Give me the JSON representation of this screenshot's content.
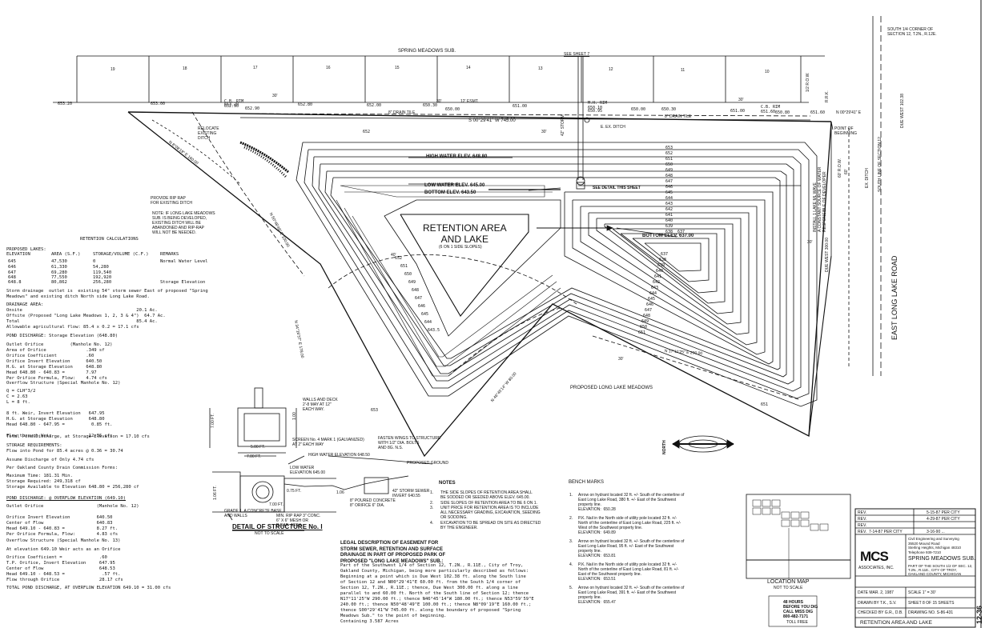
{
  "top": {
    "subdivision": "SPRING MEADOWS SUB.",
    "see_sheet": "SEE SHEET 7",
    "corner_label": "SOUTH 1/4 CORNER OF\nSECTION 12, T.2N., R.12E.",
    "lots": [
      "19",
      "18",
      "17",
      "16",
      "15",
      "14",
      "13",
      "12",
      "11",
      "10"
    ],
    "dims": {
      "d30a": "30'",
      "d30b": "30'",
      "d30c": "30'",
      "d30d": "30'"
    },
    "elevations": [
      "653.20",
      "653.00",
      "653.20",
      "652.90",
      "652.80",
      "652.00",
      "650.30",
      "650.00",
      "651.00",
      "650.95",
      "650.00",
      "650.30",
      "651.00",
      "650.80",
      "651.60"
    ],
    "cb_rim_left": "C.B. RIM\n652.90",
    "cb_rim_right": "C.B. RIM\n651.60",
    "mh_rim": "M.H. RIM\n650.10",
    "esmt": "12' ESMT.",
    "drain_tile_a": "8\" DRAIN TILE",
    "drain_tile_b": "8\" DRAIN TILE",
    "bearing_top": "S 00°29'41\" W 745.00",
    "bearing_right": "N 00°29'41\" E",
    "point": "POINT OF\nBEGINNING",
    "storm_42": "42\" STORM",
    "ex_ditch": "E. EX. DITCH",
    "due_west": "DUE WEST 102.38"
  },
  "plan": {
    "relocate": "RELOCATE\nEXISTING\nDITCH",
    "provide_rip": "PROVIDE RIP RAP\nFOR EXISTING DITCH",
    "note": "NOTE: IF LONG LAKE MEADOWS\nSUB. IS BEING DEVELOPED,\nEXISTING DITCH WILL BE\nABANDONED AND RIP-RAP\nWILL NOT BE NEEDED.",
    "bearing_nw": "N 8°08'19\" E 160.00",
    "bearing_w": "N 50°48'49\" E 100.00",
    "bearing_sw": "N 34°16'37\" E 178.00",
    "bearing_s": "N 46°45'14\" W 80.00",
    "bearing_se": "N 17°11'25\" E 290.00",
    "high_water": "HIGH WATER ELEV. 648.80",
    "low_water": "LOW WATER ELEV. 645.00",
    "bottom_a": "BOTTOM ELEV. 643.50",
    "bottom_b": "BOTTOM ELEV. 637.00",
    "see_detail": "SEE DETAIL THIS SHEET",
    "title": "RETENTION AREA\nAND LAKE",
    "slope": "(6 ON 1 SIDE SLOPES)",
    "proposed_llm": "PROPOSED LONG LAKE MEADOWS",
    "install_note": "INSTALL 1 LAKE ML WAVE\nA CONSTANT SOURCE OF WATER\nRESPONSIBLE OF DEVELOPER",
    "contours_right": [
      "653",
      "652",
      "651",
      "650",
      "649",
      "648",
      "647",
      "646",
      "645",
      "644",
      "643",
      "642",
      "641",
      "640",
      "639",
      "638",
      "637"
    ],
    "contours_left": [
      "652",
      "651",
      "650",
      "649",
      "648",
      "647",
      "646",
      "645",
      "644",
      "643.5"
    ],
    "contours_bottom": [
      "637",
      "638",
      "639",
      "640",
      "641",
      "642",
      "643",
      "644",
      "645",
      "646",
      "647",
      "648",
      "649",
      "650",
      "651"
    ],
    "c_652": "652",
    "c_653": "653",
    "c_651": "651",
    "due_west_r": "DUE WEST 300.00",
    "d_60": "60'",
    "d_30r": "30'",
    "d_40": "40'",
    "d_30b": "30'",
    "road": "EAST LONG LAKE ROAD",
    "south_line": "SOUTH LINE OF SECTION 12",
    "ditch_r": "EX. DITCH",
    "row": "60' R.O.W.",
    "rk": "R.R.K.",
    "row2": "1/2 R.O.W."
  },
  "calc": {
    "heading": "RETENTION CALCULATIONS",
    "lakes_title": "PROPOSED LAKES:",
    "cols": [
      "ELEVATION",
      "AREA (S.F.)",
      "STORAGE/VOLUME (C.F.)",
      "REMARKS"
    ],
    "rows": [
      [
        "645",
        "47,530",
        "0",
        "Normal Water Level"
      ],
      [
        "646",
        "61,330",
        "54,280",
        ""
      ],
      [
        "647",
        "69,280",
        "119,540",
        ""
      ],
      [
        "648",
        "77,550",
        "192,920",
        ""
      ],
      [
        "648.8",
        "80,862",
        "256,280",
        "Storage Elevation"
      ]
    ],
    "outlet": "Storm drainage  outlet is  existing 54\" storm sewer East of proposed \"Spring\nMeadows\" and existing ditch North side Long Lake Road.",
    "drainage": "DRAINAGE AREA:\nOnsite                                           20.1 Ac.\nOffsite (Proposed \"Long Lake Meadows 1, 2, 3 & 4\")  64.7 Ac.\nTotal                                            85.4 Ac.",
    "ag_flow": "Allowable agricultural flow: 85.4 x 0.2 = 17.1 cfs",
    "pond_dis": "POND DISCHARGE: Storage Elevation (648.80)",
    "orifice": "Outlet Orifice          (Manhole No. 12)\nArea of Orifice               .349 sf\nOrifice Coefficient           .60\nOrifice Invert Elevation      640.50\nH.G. at Storage Elevation     648.80\nHead 648.80 - 640.83 =        7.97\nPer Orifice Formula, Flow:    4.74 cfs",
    "overflow": "Overflow Structure (Special Manhole No. 12)",
    "weir": "Q = CLH^3/2\nC = 2.63\nL = 8 ft.\n\n8 ft. Weir, Invert Elevation   647.95\nH.G. at Storage Elevation      648.80\nHead 648.80 - 647.95 =          0.85 ft.\n\nFlow through Weir              12.36 cfs",
    "total_pond": "Total Pond Discharge, at Storage Elevation = 17.10 cfs",
    "storage_req": "STORAGE REQUIREMENTS:\nFlow into Pond for 85.4 acres @ 0.36 = 30.74",
    "assume": "Assume Discharge of Only 4.74 cfs",
    "county": "Per Oakland County Drain Commission Forms:",
    "max_time": "Maximum Time: 181.31 Min.\nStorage Required: 249,318 cf\nStorage Available to Elevation 648.80 = 256,280 cf",
    "pond_overflow": "POND DISCHARGE: @ OVERFLOW ELEVATION (649.10)",
    "orifice2": "Outlet Orifice                    (Manhole No. 12)\n\nOrifice Invert Elevation          640.50\nCenter of Flow                    640.83\nHead 649.10 - 640.83 =            8.27 ft.\nPer Orifice Formula, Flow:        4.83 cfs",
    "overflow2": "Overflow Structure (Special Manhole No. 13)",
    "at_elev": "At elevation 649.10 Weir acts as an Orifice",
    "orifice3": "Orifice Coefficient =              .60\nT.P. Orifice, Invert Elevation     647.95\nCenter of Flow                     648.53\nHead 649.10 - 648.53 =              .57 ft.\nFlow through Orifice               28.17 cfs",
    "total_overflow": "TOTAL POND DISCHARGE, AT OVERFLOW ELEVATION 649.10 = 31.00 cfs"
  },
  "detail": {
    "title": "DETAIL OF STRUCTURE No. I",
    "sub": "NOT TO SCALE",
    "walls": "WALLS AND DECK\n2'-8 MAY AT 12\"\nEACH WAY.",
    "dim_500": "5.00 FT.",
    "dim_700": "7.00 FT.",
    "dim_6": "7.00 FT.",
    "screen": "SCREEN No. 4 MARK 1 (GALVANIZED)\nAT 2\" EACH WAY",
    "fasten": "FASTEN WINGS TO STRUCTURE\nWITH 1/2\" DIA. BOLTS\nAND 8G. N.S.",
    "hw": "HIGH WATER ELEVATION 648.50",
    "lw": "LOW WATER\nELEVATION 645.00",
    "proposed_ground": "PROPOSED GROUND",
    "pipe": "42\" STORM SEWER\nINVERT 640.55",
    "poured": "8\" POURED CONCRETE\n8\" ORIFICE 6\" DIA.",
    "grade": "GRADE 1  A CONCRETE BASE\nAND WALLS",
    "rip": "MIN. RIP RAP 3\" CONC.\n6\" X 6\" MESH OR\nR.BAR. AREA",
    "d075": "0.75 FT.",
    "d100": "1.00",
    "d106": "1.06",
    "d106b": "1.06 FT.",
    "d7": "7.00 FT."
  },
  "notes": {
    "title": "NOTES",
    "items": [
      "THE SIDE SLOPES OF RETENTION AREA SHALL\nBE SODDED OR SEEDED ABOVE ELEV. 645.00.",
      "SIDE SLOPES OF RETENTION AREA TO BE 6 ON 1.",
      "UNIT PRICE FOR RETENTION AREA IS TO INCLUDE\nALL NECESSARY GRADING, EXCAVATION, SEEDING\nOR SODDING.",
      "EXCAVATION TO BE SPREAD ON SITE AS DIRECTED\nBY THE ENGINEER."
    ],
    "nums": [
      "1.",
      "2.",
      "3.",
      "4."
    ]
  },
  "legal": {
    "title": "LEGAL DESCRIPTION OF EASEMENT FOR\nSTORM SEWER, RETENTION AND SURFACE\nDRAINAGE IN PART OF PROPOSED PARK OF\nPROPOSED \"LONG LAKE MEADOWS\" SUB.:",
    "body": "Part of the Southwest 1/4 of Section 12, T.2N., R.11E., City of Troy,\nOakland County, Michigan, being more particularly described as follows:\nBeginning at a point which is Due West 102.38 ft. along the South line\nof Section 12 and N00°29'41\"E 60.00 ft. from the South 1/4 corner of\nSection 12, T.2N., R.11E.; thence, Due West 300.00 ft. along a line\nparallel to and 60.00 ft. North of the South line of Section 12; thence\nN17°11'25\"W 290.00 ft.; thence N46°45'14\"W 180.00 ft.; thence N53°59'59\"E\n240.00 ft.; thence N50°48'49\"E 100.00 ft.; thence N8°09'19\"E 160.00 ft.;\nthence S00°29'41\"W 745.00 ft. along the boundary of proposed \"Spring\nMeadows Sub.\" to the point of beginning.\nContaining 3.587 Acres"
  },
  "benchmarks": {
    "title": "BENCH MARKS",
    "items": [
      "Arrow on hydrant located 32 ft. +/- South of the centerline of\nEast Long Lake Road, 380 ft. +/- East of the Southwest\nproperty line.\nELEVATION:  650.28",
      "P.K. Nail in the North side of utility pole located 32 ft. +/-\nNorth of the centerline of East Long Lake Road, 225 ft. +/-\nWest of the Southwest property line.\nELEVATION:  649.89",
      "Arrow on hydrant located 32 ft. +/- South of the centerline of\nEast Long Lake Road, 95 ft. +/- East of the Southwest\nproperty line.\nELEVATION:  653.81",
      "P.K. Nail in the North side of utility pole located 32 ft. +/-\nNorth of the centerline of East Long Lake Road, 81 ft. +/-\nEast of the Southwest property line.\nELEVATION:  653.51",
      "Arrow on hydrant located 32 ft. +/- South of the centerline of\nEast Long Lake Road, 391 ft. +/- East of the Southwest\nproperty line.\nELEVATION:  655.47"
    ],
    "nums": [
      "1.",
      "2.",
      "3.",
      "4.",
      "5."
    ]
  },
  "location_map": {
    "title": "LOCATION MAP",
    "sub": "NOT TO SCALE"
  },
  "misc_dig": {
    "a": "48 HOURS",
    "b": "BEFORE YOU DIG\nCALL MISS DIG",
    "c": "800-482-7171",
    "d": "TOLL FREE"
  },
  "north": "NORTH",
  "title_block": {
    "rev_label": "REV.",
    "revs": [
      "5-15-87 PER CITY",
      "4-29-87 PER CITY",
      "7-14-87 PER CITY",
      "3-16-90 ..."
    ],
    "logo": "MCS",
    "logo_sub": "ASSOCIATES, INC.",
    "firm": "Civil Engineering and Surveying\n35520 Mound Road\nSterling Heights, Michigan 48310\nTelephone 939-7210",
    "project": "SPRING MEADOWS SUB.",
    "project_sub": "PART OF THE SOUTH 1/2 OF SEC. 12,\nT.2N., R.11E., CITY OF TROY,\nOAKLAND COUNTY, MICHIGAN",
    "date": "DATE  MAR. 2, 1987",
    "scale": "SCALE  1\" = 30'",
    "drawn": "DRAWN BY  T.K., S.V.",
    "sheet": "SHEET 8 OF 15 SHEETS",
    "checked": "CHECKED BY  G.R., D.B.",
    "drawing_no": "DRAWING NO.  S-86-431",
    "sheet_title": "RETENTION AREA AND LAKE",
    "stamp": "12-36"
  }
}
